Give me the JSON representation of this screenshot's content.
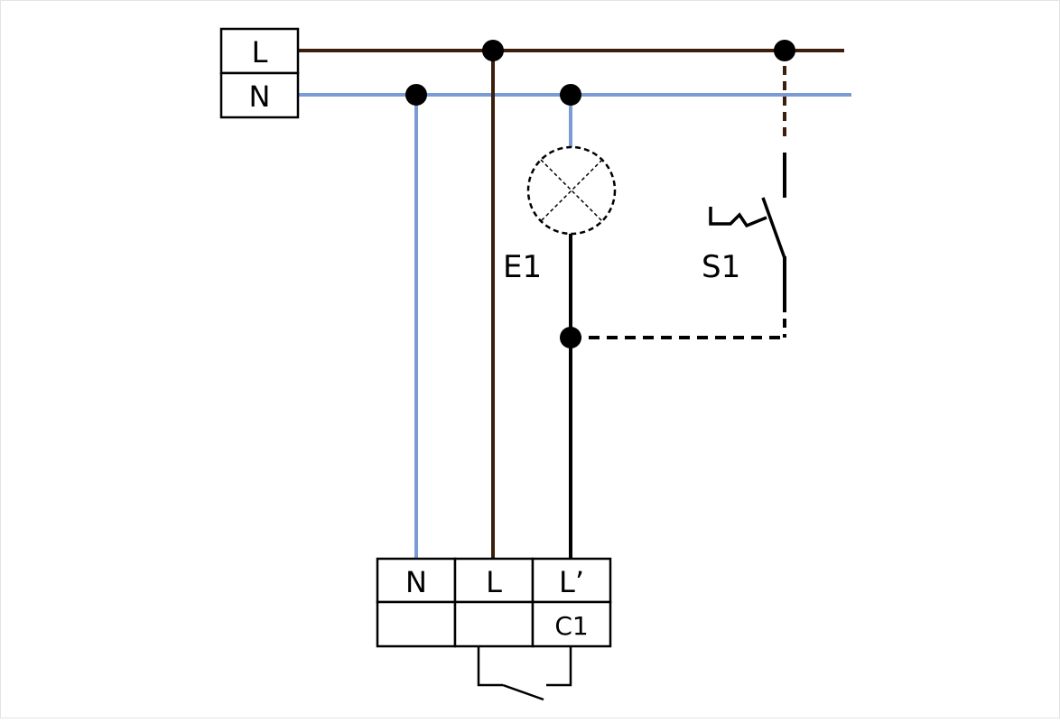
{
  "supply_terminal": {
    "line_label": "L",
    "neutral_label": "N"
  },
  "lamp": {
    "label": "E1"
  },
  "switch": {
    "label": "S1"
  },
  "device": {
    "terminals": [
      "N",
      "L",
      "L’"
    ],
    "sublabels": [
      "",
      "",
      "C1"
    ]
  },
  "colors": {
    "line_wire": "#3b1f0c",
    "neutral_wire": "#7a9bd4",
    "switched_wire": "#000000",
    "junction": "#000000"
  }
}
